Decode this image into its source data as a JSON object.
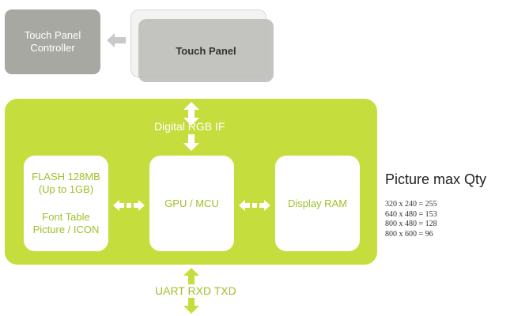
{
  "touch_panel_controller": {
    "line1": "Touch Panel",
    "line2": "Controller"
  },
  "touch_panel": {
    "label": "Touch Panel"
  },
  "main_block": {
    "top_interface": "Digital RGB IF",
    "bottom_interface": "UART RXD TXD",
    "flash": {
      "line1": "FLASH 128MB",
      "line2": "(Up to 1GB)",
      "line3": "Font Table",
      "line4": "Picture / ICON"
    },
    "gpu": {
      "label": "GPU / MCU"
    },
    "display_ram": {
      "label": "Display RAM"
    }
  },
  "picture_qty": {
    "title": "Picture max Qty",
    "rows": [
      "320 x 240 = 255",
      "640 x 480 = 153",
      "800 x 480 = 128",
      "800 x 600 = 96"
    ]
  },
  "colors": {
    "green": "#c6dd3e",
    "green_text": "#9fc02a",
    "gray": "#a8a8a3",
    "arrow_gray": "#c9c9c9"
  }
}
